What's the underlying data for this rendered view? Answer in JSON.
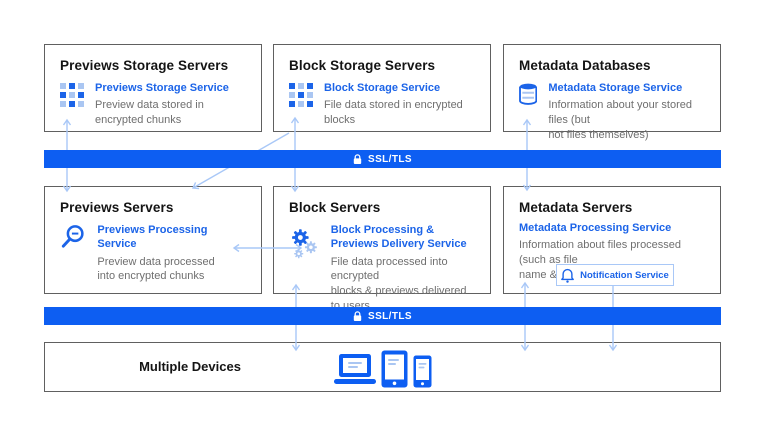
{
  "colors": {
    "blue": "#0d5ef2",
    "link": "#1c64e8",
    "arrow": "#a9c8f7",
    "border": "#606060",
    "ink": "#141414",
    "muted": "#6f6f6f",
    "icon_light": "#aac6f2"
  },
  "top_row": [
    {
      "title": "Previews Storage Servers",
      "service": "Previews Storage Service",
      "desc": "Preview data stored in\nencrypted chunks",
      "icon": "grid-dots-icon"
    },
    {
      "title": "Block Storage Servers",
      "service": "Block Storage Service",
      "desc": "File data stored in encrypted blocks",
      "icon": "grid-dots-icon"
    },
    {
      "title": "Metadata Databases",
      "service": "Metadata Storage Service",
      "desc": "Information about your stored files (but\nnot files themselves)",
      "icon": "database-icon"
    }
  ],
  "ssl_bars": [
    {
      "label": "SSL/TLS",
      "icon": "lock-icon"
    },
    {
      "label": "SSL/TLS",
      "icon": "lock-icon"
    }
  ],
  "middle_row": [
    {
      "title": "Previews Servers",
      "service": "Previews Processing Service",
      "desc": "Preview data processed\ninto encrypted chunks",
      "icon": "magnifier-icon"
    },
    {
      "title": "Block Servers",
      "service": "Block Processing &\nPreviews Delivery Service",
      "desc": "File data processed into encrypted\nblocks & previews delivered to users",
      "icon": "gears-icon"
    },
    {
      "title": "Metadata Servers",
      "service": "Metadata Processing Service",
      "desc": "Information about files processed (such as file\nname & type)",
      "notification": "Notification Service",
      "notification_icon": "bell-icon"
    }
  ],
  "devices": {
    "label": "Multiple Devices",
    "icons": [
      "laptop-icon",
      "tablet-icon",
      "phone-icon"
    ]
  }
}
